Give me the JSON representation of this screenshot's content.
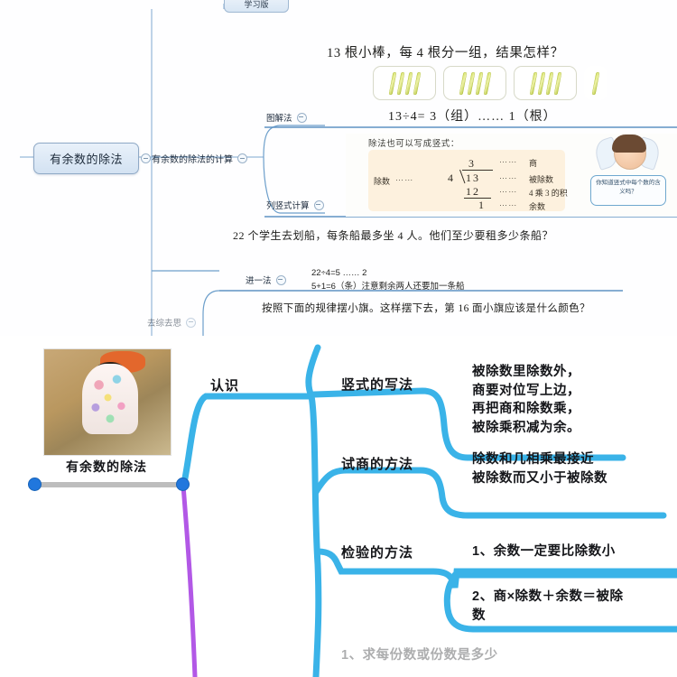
{
  "top_map": {
    "root_label": "有余数的除法",
    "branch_label": "有余数的除法的计算",
    "clipped_top_node": "学习版",
    "sub_nodes": [
      {
        "label": "图解法"
      },
      {
        "label": "列竖式计算"
      },
      {
        "label": "进一法"
      },
      {
        "label": "去综去思"
      }
    ],
    "content": {
      "sticks_question": "13 根小棒，每 4 根分一组，结果怎样？",
      "sticks_groups": [
        4,
        4,
        4,
        1
      ],
      "sticks_equation": "13÷4= 3（组）…… 1（根）",
      "vertical_title": "除法也可以写成竖式：",
      "vertical": {
        "divisor_label": "除数",
        "divisor": "4",
        "dividend": "13",
        "quotient": "3",
        "product": "12",
        "remainder": "1",
        "dots": "⋯⋯",
        "note_quotient": "商",
        "note_dividend": "被除数",
        "note_product": "4 乘 3 的积",
        "note_remainder": "余数"
      },
      "fairy_bubble": "你知道竖式中每个数的含义吗？",
      "boat_question": "22 个学生去划船，每条船最多坐 4 人。他们至少要租多少条船？",
      "boat_calc_line1": "22÷4=5 …… 2",
      "boat_calc_line2": "5+1=6（条）注意剩余两人还要加一条船",
      "flag_question": "按照下面的规律摆小旗。这样摆下去，第 16 面小旗应该是什么颜色？"
    }
  },
  "bottom_map": {
    "root_label": "有余数的除法",
    "photo_alt": "flower-dress-photo",
    "branch_label": "认识",
    "nodes": [
      {
        "label": "竖式的写法",
        "detail": "被除数里除数外，\n商要对位写上边，\n再把商和除数乘，\n被除乘积减为余。"
      },
      {
        "label": "试商的方法",
        "detail": "除数和几相乘最接近\n被除数而又小于被除数"
      },
      {
        "label": "检验的方法",
        "detail": "1、余数一定要比除数小"
      },
      {
        "label": "",
        "detail": "2、商×除数＋余数＝被除\n数"
      },
      {
        "label": "",
        "detail": "1、求每份数或份数是多少"
      }
    ],
    "colors": {
      "branch": "#3ab3e8",
      "root_line": "#b9b9b9",
      "stem": "#b258e6",
      "node_dot": "#2177dd"
    }
  }
}
